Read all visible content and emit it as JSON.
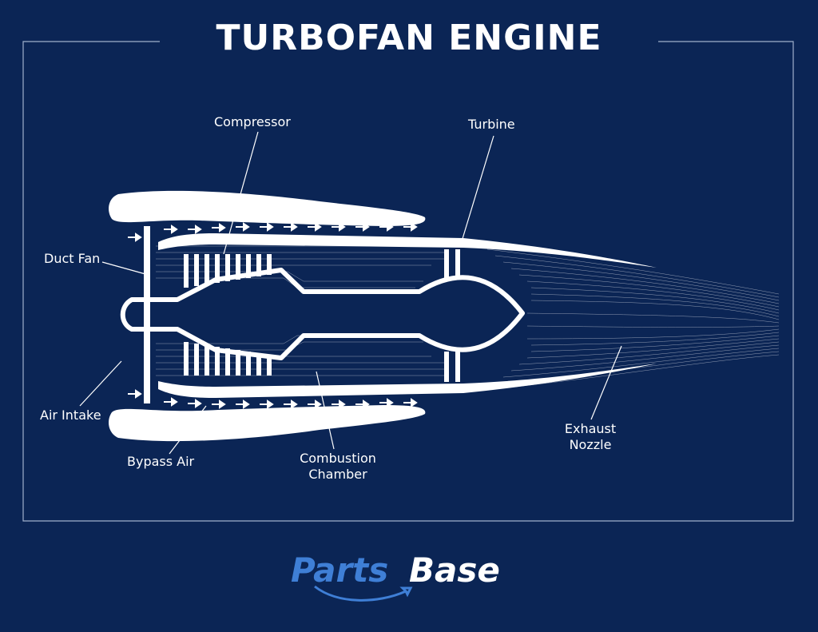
{
  "title": "TURBOFAN ENGINE",
  "labels": {
    "compressor": "Compressor",
    "turbine": "Turbine",
    "duct_fan": "Duct Fan",
    "air_intake": "Air Intake",
    "bypass_air": "Bypass Air",
    "combustion_chamber": "Combustion\nChamber",
    "exhaust_nozzle": "Exhaust\nNozzle"
  },
  "logo": {
    "part1": "Parts",
    "part2": "Base",
    "colors": {
      "part1": "#3f7fd6",
      "part2": "#ffffff"
    }
  },
  "colors": {
    "background": "#0b2555",
    "foreground": "#ffffff",
    "frame": "#9fb0cc"
  }
}
